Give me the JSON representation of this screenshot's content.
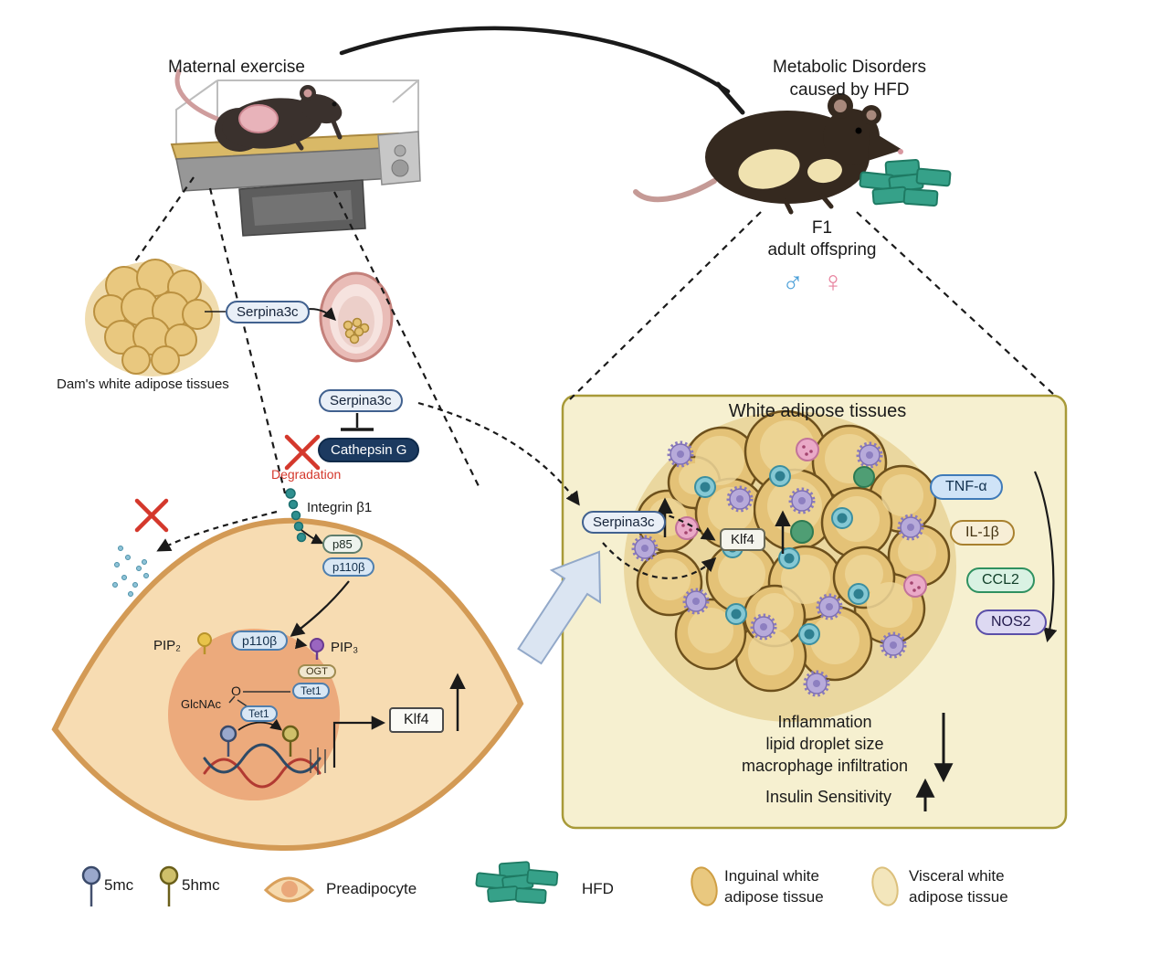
{
  "top": {
    "maternal_exercise": "Maternal exercise",
    "metabolic_disorders_line1": "Metabolic Disorders",
    "metabolic_disorders_line2": "caused by HFD",
    "f1": "F1",
    "adult_offspring": "adult offspring",
    "male": "♂",
    "female": "♀"
  },
  "left_pathway": {
    "dams_wat": "Dam's white adipose tissues",
    "serpina3c_tissue": "Serpina3c",
    "serpina3c_embryo": "Serpina3c",
    "cathepsin_g": "Cathepsin G",
    "degradation": "Degradation",
    "integrin_b1": "Integrin β1",
    "p85": "p85",
    "p110b_membrane": "p110β",
    "pip2": "PIP₂",
    "p110b_inner": "p110β",
    "pip3": "PIP₃",
    "ogt": "OGT",
    "tet1_upper": "Tet1",
    "tet1_lower": "Tet1",
    "glcnac": "GlcNAc",
    "oxygen": "O",
    "klf4": "Klf4"
  },
  "wat_panel": {
    "title": "White adipose tissues",
    "serpina3c": "Serpina3c",
    "klf4": "Klf4",
    "cytokines": [
      "TNF-α",
      "IL-1β",
      "CCL2",
      "NOS2"
    ],
    "outcome_lines": [
      "Inflammation",
      "lipid droplet size",
      "macrophage infiltration"
    ],
    "insulin": "Insulin Sensitivity"
  },
  "legend": {
    "mc5": "5mc",
    "hmc5": "5hmc",
    "preadipocyte": "Preadipocyte",
    "hfd": "HFD",
    "inguinal_line1": "Inguinal white",
    "inguinal_line2": "adipose tissue",
    "visceral_line1": "Visceral white",
    "visceral_line2": "adipose tissue"
  },
  "colors": {
    "badge_border_blue": "#41618f",
    "cathepsin_navy": "#1c3a60",
    "hfd_green": "#36a189",
    "adipocyte_tan": "#e4c277",
    "panel_bg": "#f6f0d0",
    "panel_border": "#a89a38",
    "inhibit_red": "#d4382c",
    "male_blue": "#4a9fd8",
    "female_pink": "#e8829e",
    "cell_fill": "#f7dcb2",
    "nucleus_orange": "#ecaa7c"
  }
}
